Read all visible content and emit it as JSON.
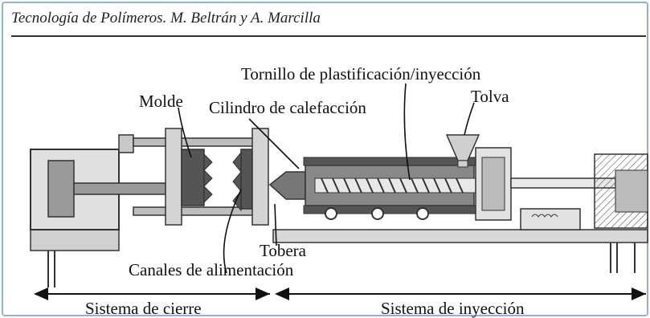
{
  "header": {
    "citation": "Tecnología de Polímeros. M. Beltrán y A. Marcilla"
  },
  "labels": {
    "screw": "Tornillo de plastificación/inyección",
    "mold": "Molde",
    "heating_cylinder": "Cilindro de calefacción",
    "hopper": "Tolva",
    "nozzle": "Tobera",
    "feed_channels": "Canales de alimentación",
    "clamping_system": "Sistema de cierre",
    "injection_system": "Sistema de inyección"
  }
}
